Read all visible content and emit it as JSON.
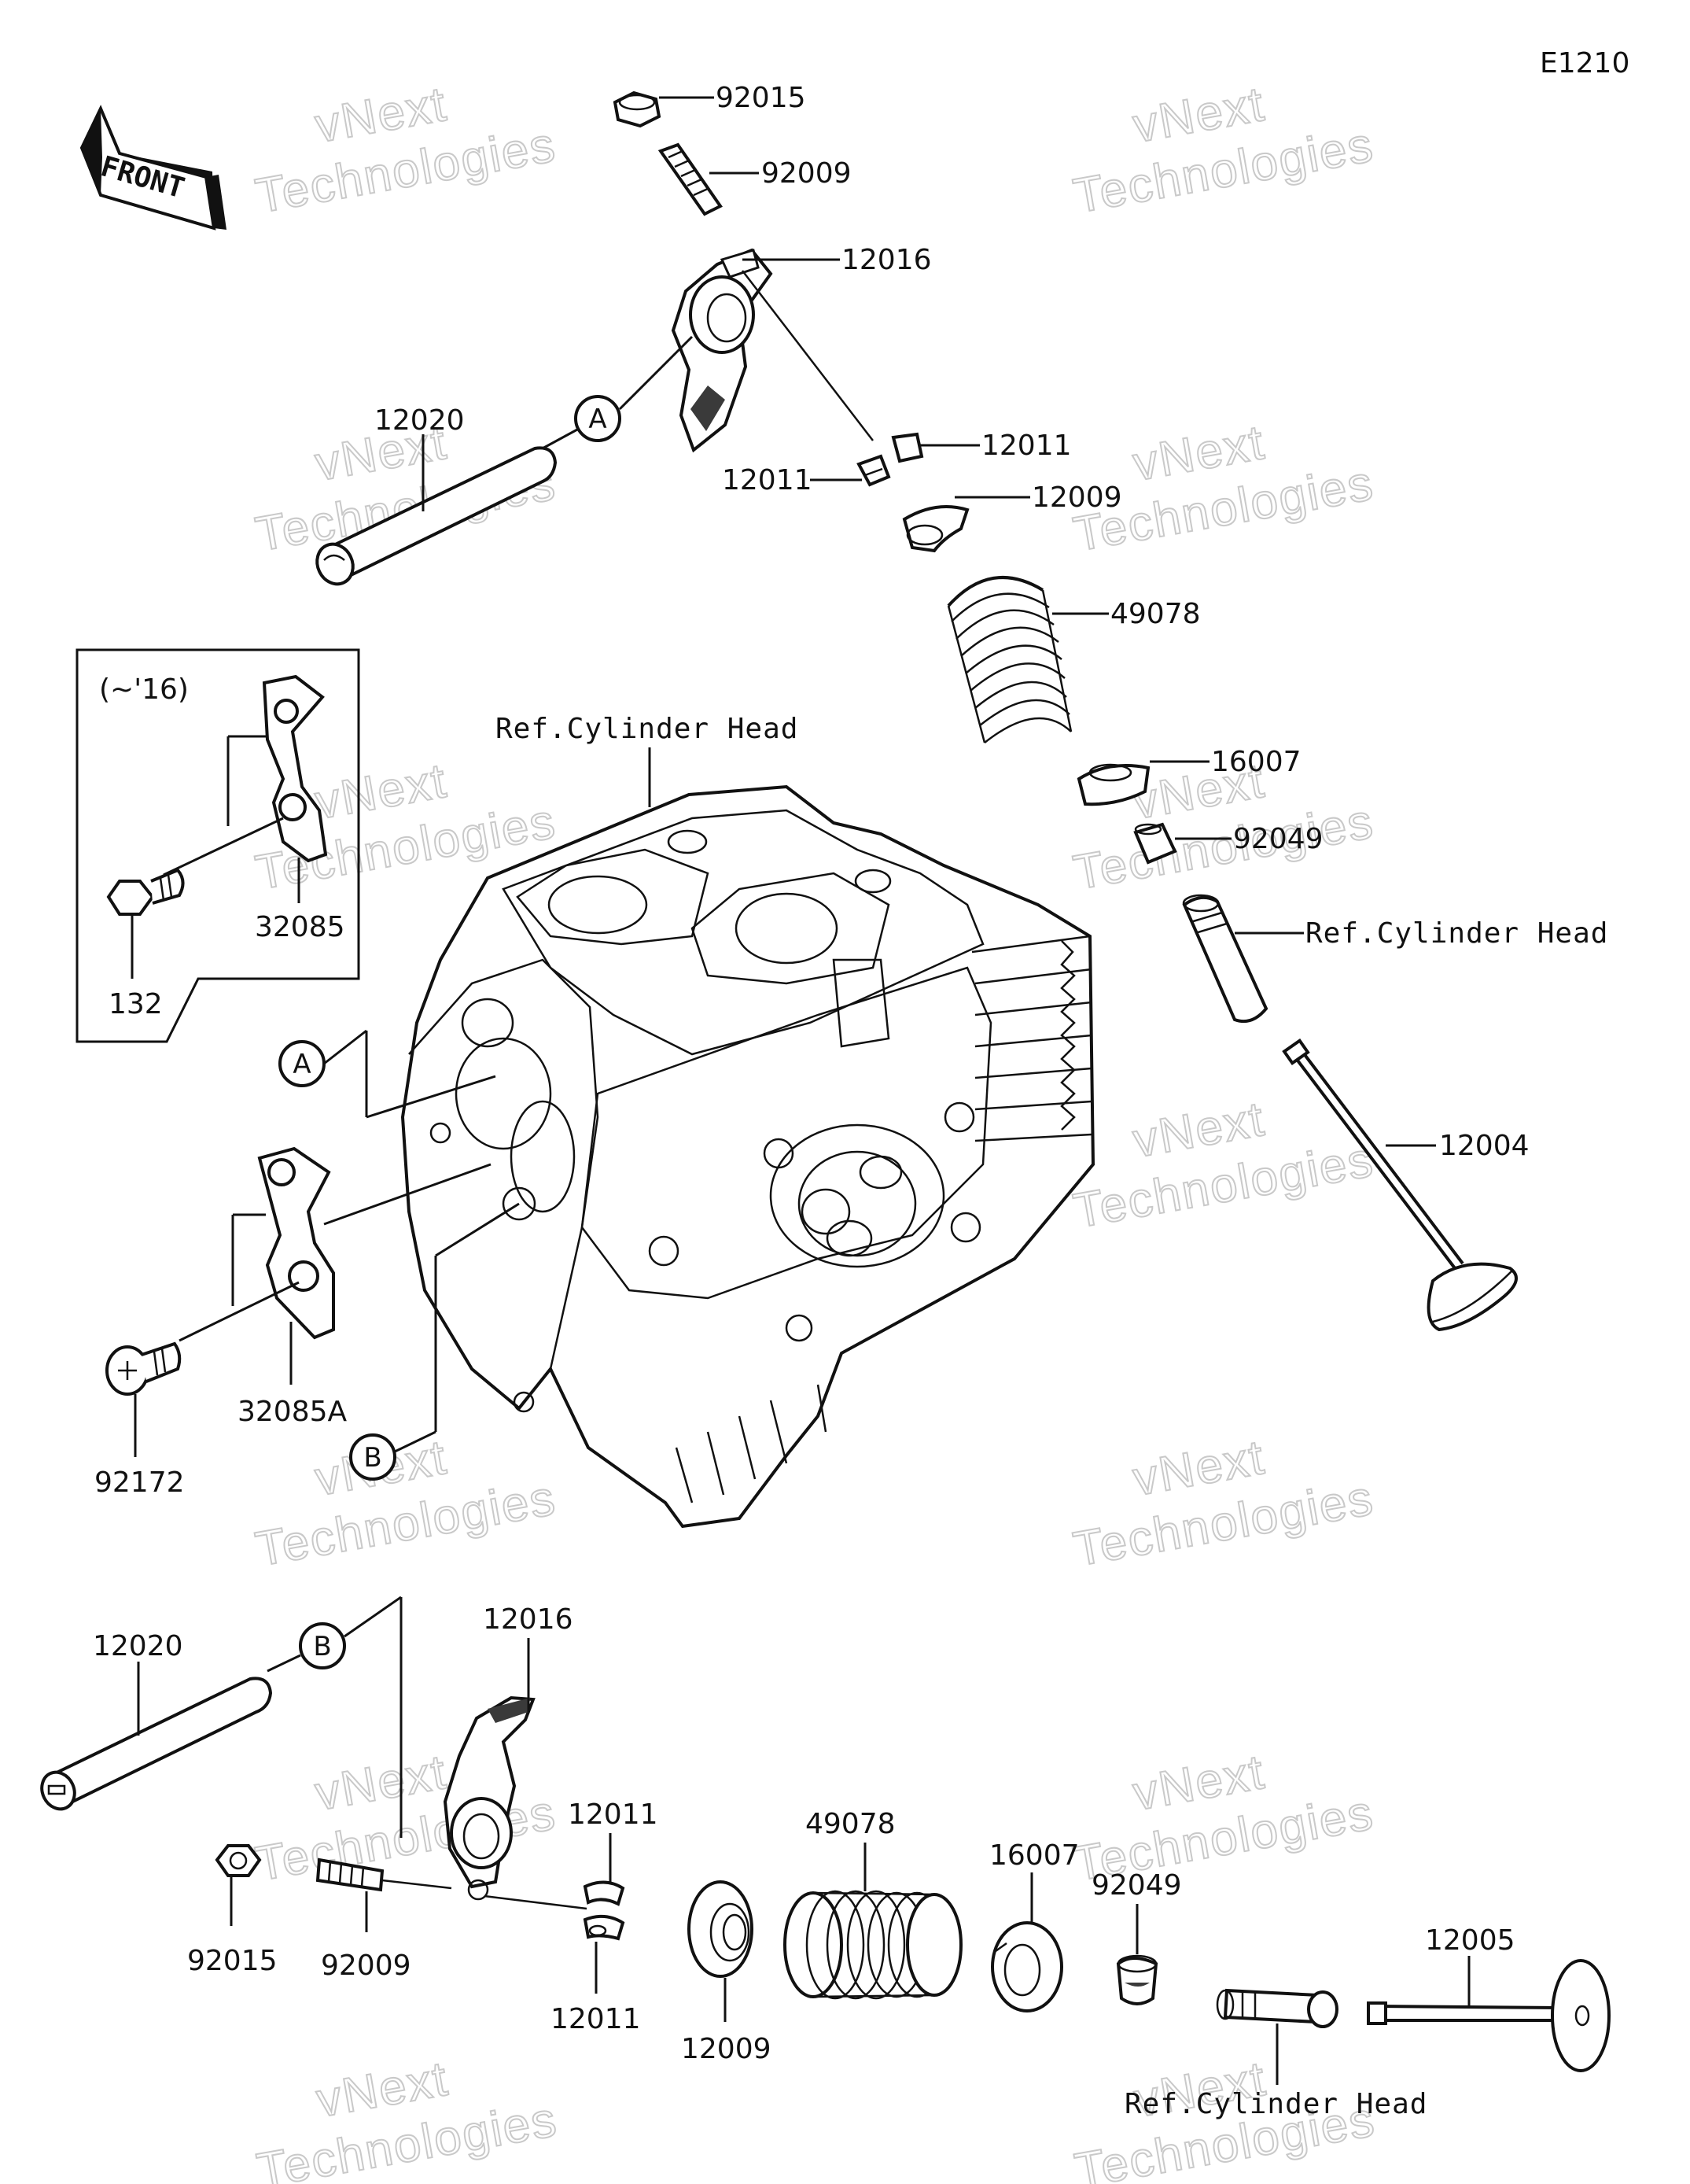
{
  "diagram_code": "E1210",
  "front_label": "FRONT",
  "watermark": {
    "line1": "vNext",
    "line2": "Technologies"
  },
  "refs": {
    "cyl_head_main": "Ref.Cylinder Head",
    "cyl_head_right": "Ref.Cylinder Head",
    "cyl_head_bottom": "Ref.Cylinder Head"
  },
  "inset": {
    "period": "(~'16)",
    "plate": "32085",
    "bolt": "132"
  },
  "callouts": {
    "a1": "A",
    "a2": "A",
    "b1": "B",
    "b2": "B"
  },
  "top_parts": {
    "nut": "92015",
    "screw": "92009",
    "rocker_arm": "12016",
    "rocker_shaft": "12020",
    "cotter_right": "12011",
    "cotter_left": "12011",
    "retainer": "12009",
    "spring": "49078",
    "spring_seat": "16007",
    "seal": "92049",
    "valve": "12004"
  },
  "middle_parts": {
    "plate": "32085A",
    "screw": "92172"
  },
  "bottom_parts": {
    "rocker_shaft": "12020",
    "rocker_arm": "12016",
    "cotter_top": "12011",
    "cotter_bottom": "12011",
    "nut": "92015",
    "screw": "92009",
    "retainer": "12009",
    "spring": "49078",
    "spring_seat": "16007",
    "seal": "92049",
    "valve": "12005"
  }
}
